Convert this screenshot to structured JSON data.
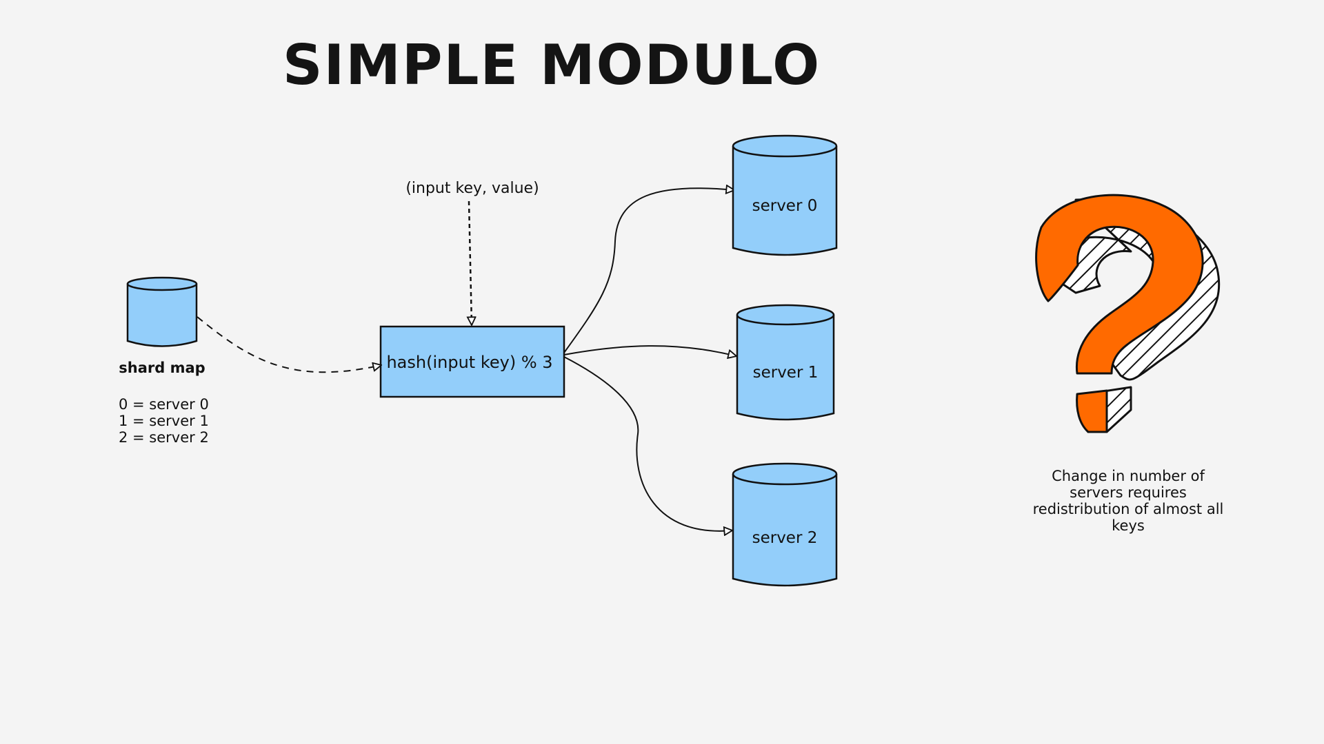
{
  "title": "SIMPLE MODULO",
  "input_label": "(input key, value)",
  "hash_box": "hash(input key) % 3",
  "shard_map": {
    "label": "shard map",
    "entries": [
      "0 = server 0",
      "1 =  server 1",
      "2 = server 2"
    ]
  },
  "servers": [
    "server 0",
    "server 1",
    "server 2"
  ],
  "note": {
    "lines": [
      "Change in number of",
      "servers requires",
      "redistribution of almost all",
      "keys"
    ]
  },
  "colors": {
    "background": "#f4f4f4",
    "node_fill": "#93cefa",
    "question_mark": "#ff6a00",
    "ink": "#111111"
  },
  "icons": {
    "question_mark": "question-mark-icon",
    "database": "database-cylinder-icon"
  }
}
